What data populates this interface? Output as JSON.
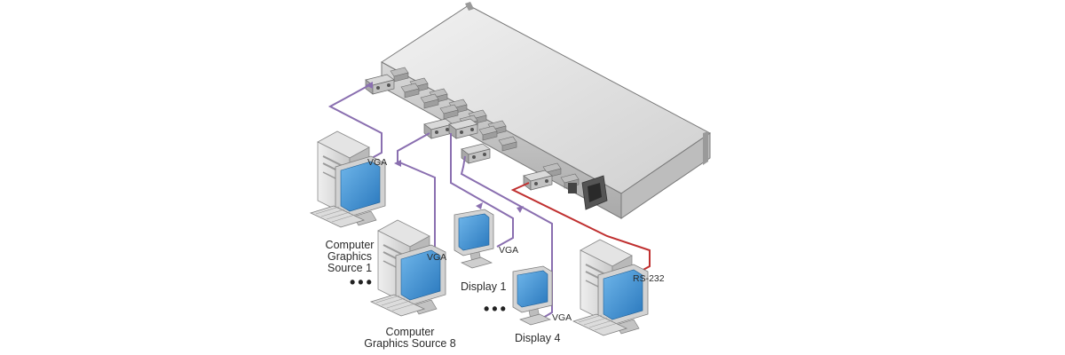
{
  "labels": {
    "source1": [
      "Computer",
      "Graphics",
      "Source 1"
    ],
    "source8": [
      "Computer",
      "Graphics Source 8"
    ],
    "display1": "Display 1",
    "display4": "Display 4",
    "vga": "VGA",
    "rs232": "RS-232",
    "ellipsis": "•••"
  },
  "colors": {
    "vga_cable": "#8a6fb0",
    "rs232_cable": "#c03030",
    "chassis_top": "#dcdcdc",
    "chassis_front": "#c6c6c6",
    "screen": "#3c8fd0"
  }
}
